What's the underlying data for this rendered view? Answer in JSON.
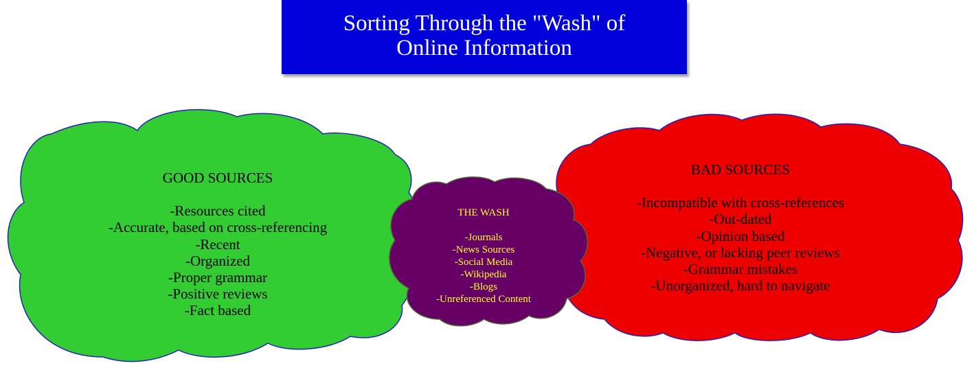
{
  "title": {
    "line1": "Sorting Through the \"Wash\" of",
    "line2": "Online Information"
  },
  "colors": {
    "title_bg": "#0000d9",
    "good_fill": "#33cc33",
    "bad_fill": "#ee0000",
    "wash_fill": "#660066",
    "cloud_stroke": "#2222bb",
    "wash_text": "#ffff33"
  },
  "good": {
    "heading": "GOOD SOURCES",
    "items": [
      "-Resources cited",
      "-Accurate, based on cross-referencing",
      "-Recent",
      "-Organized",
      "-Proper grammar",
      "-Positive reviews",
      "-Fact based"
    ]
  },
  "wash": {
    "heading": "THE WASH",
    "items": [
      "-Journals",
      "-News Sources",
      "-Social Media",
      "-Wikipedia",
      "-Blogs",
      "-Unreferenced Content"
    ]
  },
  "bad": {
    "heading": "BAD SOURCES",
    "items": [
      "-Incompatible with cross-references",
      "-Out-dated",
      "-Opinion based",
      "-Negative, or lacking peer reviews",
      "-Grammar mistakes",
      "-Unorganized, hard to navigate"
    ]
  }
}
